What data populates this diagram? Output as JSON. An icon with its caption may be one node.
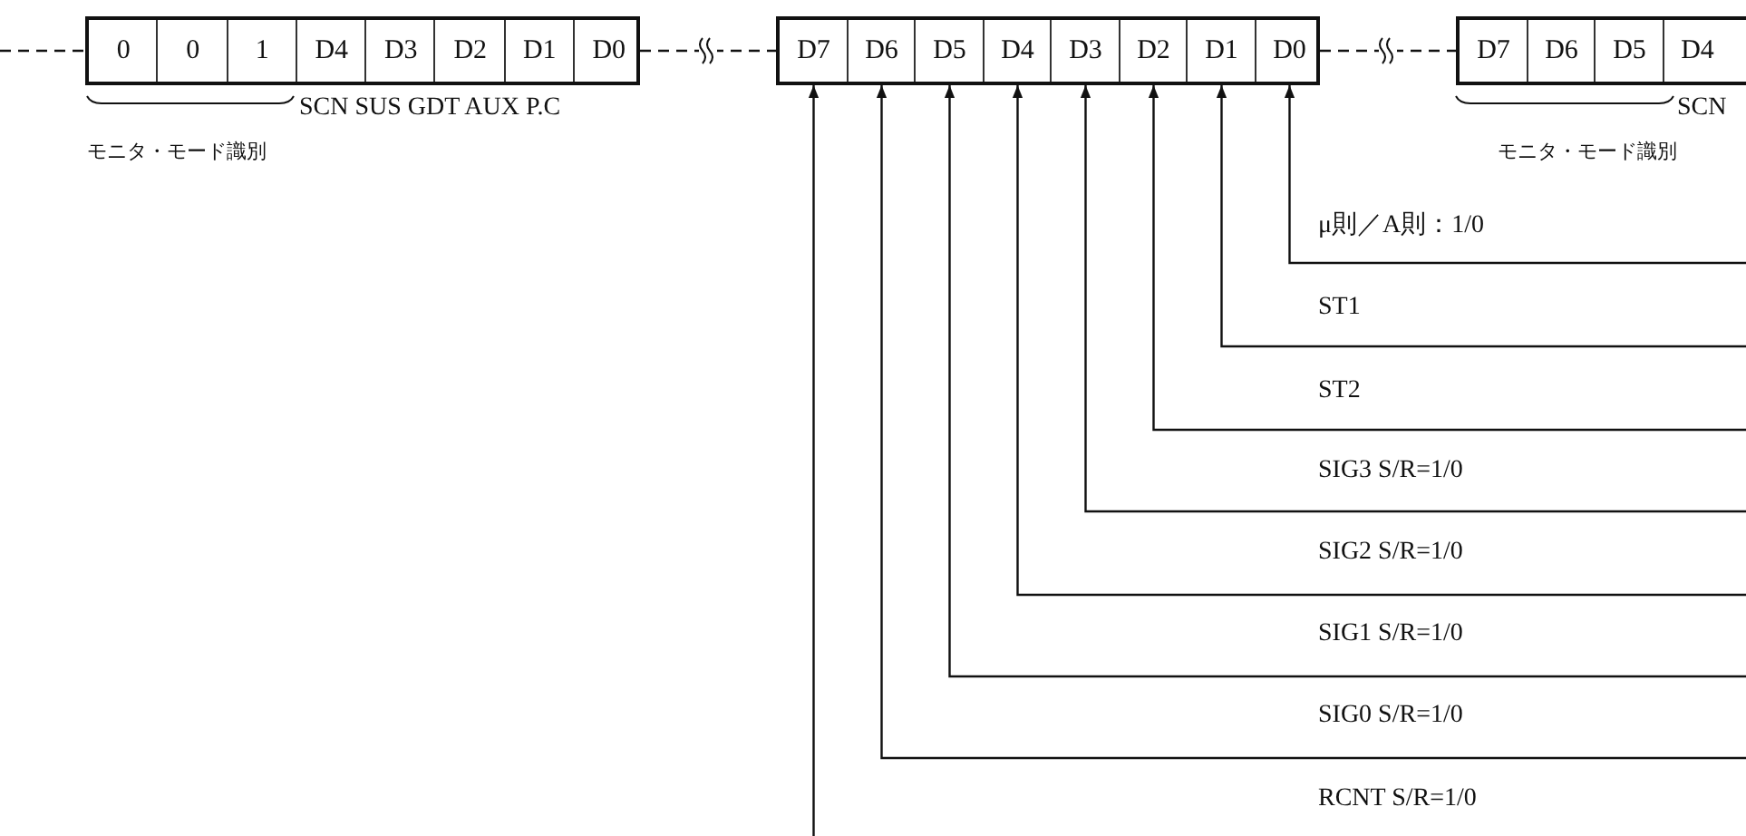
{
  "diagram": {
    "nodes": [
      {
        "text": [],
        "shape": "box"
      },
      {
        "text": [
          "0"
        ],
        "in": 0
      },
      {
        "text": [
          "0"
        ],
        "in": 0
      },
      {
        "text": [
          "1"
        ],
        "in": 0
      },
      {
        "text": [
          "D4"
        ],
        "in": 0
      },
      {
        "text": [
          "D3"
        ],
        "in": 0
      },
      {
        "text": [
          "D2"
        ],
        "in": 0
      },
      {
        "text": [
          "D1"
        ],
        "in": 0
      },
      {
        "text": [
          "D0"
        ],
        "in": 0
      },
      {
        "text": [],
        "shape": "box"
      },
      {
        "text": [
          "D7"
        ],
        "in": 9
      },
      {
        "text": [
          "D6"
        ],
        "in": 9
      },
      {
        "text": [
          "D5"
        ],
        "in": 9
      },
      {
        "text": [
          "D4"
        ],
        "in": 9
      },
      {
        "text": [
          "D3"
        ],
        "in": 9
      },
      {
        "text": [
          "D2"
        ],
        "in": 9
      },
      {
        "text": [
          "D1"
        ],
        "in": 9
      },
      {
        "text": [
          "D0"
        ],
        "in": 9
      },
      {
        "text": [],
        "shape": "box"
      },
      {
        "text": [
          "D7"
        ],
        "in": 18
      },
      {
        "text": [
          "D6"
        ],
        "in": 18
      },
      {
        "text": [
          "D5"
        ],
        "in": 18
      },
      {
        "text": [
          "D4"
        ],
        "in": 18
      }
    ],
    "edges": [
      {
        "from": null,
        "to": 0,
        "arrow": "none",
        "style": "dashed"
      },
      {
        "from": 0,
        "to": 9,
        "arrow": "none",
        "style": "dashed"
      },
      {
        "from": 9,
        "to": 18,
        "arrow": "none",
        "style": "dashed"
      },
      {
        "from": null,
        "to": 17,
        "arrow": "to"
      },
      {
        "from": null,
        "to": 16,
        "arrow": "to"
      },
      {
        "from": null,
        "to": 15,
        "arrow": "to"
      },
      {
        "from": null,
        "to": 14,
        "arrow": "to"
      },
      {
        "from": null,
        "to": 13,
        "arrow": "to"
      },
      {
        "from": null,
        "to": 12,
        "arrow": "to"
      },
      {
        "from": null,
        "to": 11,
        "arrow": "to"
      },
      {
        "from": null,
        "to": 10,
        "arrow": "to"
      }
    ],
    "labels": [
      "SCN SUS GDT AUX P.C",
      "モニタ・モード識別",
      "SCN",
      "モニタ・モード識別",
      "μ則／A則：1/0",
      "ST1",
      "ST2",
      "SIG3 S/R=1/0",
      "SIG2 S/R=1/0",
      "SIG1 S/R=1/0",
      "SIG0 S/R=1/0",
      "RCNT S/R=1/0"
    ]
  }
}
